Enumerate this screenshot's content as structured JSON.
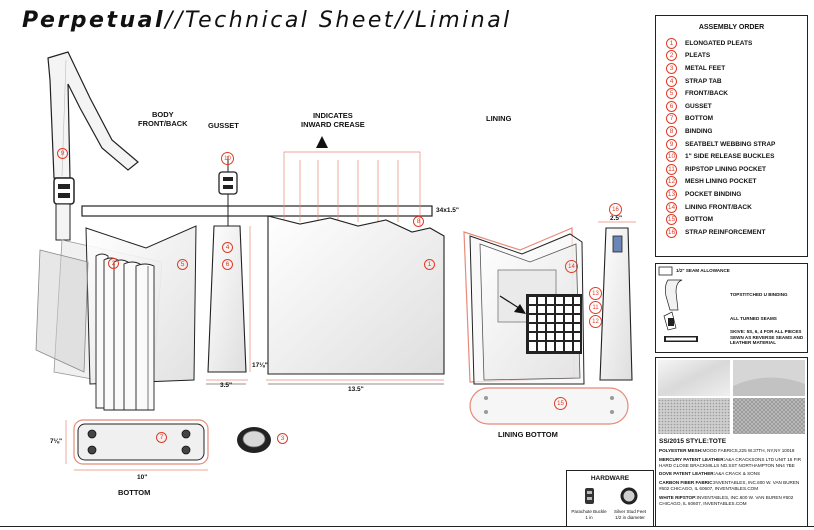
{
  "title": {
    "part1": "Perpetual",
    "part2": "//Technical Sheet//Liminal"
  },
  "labels": {
    "body": [
      "BODY",
      "FRONT/BACK"
    ],
    "gusset": "GUSSET",
    "crease": [
      "INDICATES",
      "INWARD CREASE"
    ],
    "lining": "LINING",
    "bottom": "BOTTOM",
    "lining_bottom": "LINING BOTTOM"
  },
  "dimensions": {
    "gusset_width": "3.5\"",
    "gusset_height": "17⅛\"",
    "lining_width": "13.5\"",
    "strap_tab": "34x1.5\"",
    "reinforcement_width": "2.5\"",
    "bottom_width": "10\"",
    "bottom_height": "7⅛\""
  },
  "callouts": {
    "strap": "9",
    "strap_tab": "4",
    "buckle": "10",
    "gusset": "6",
    "pleats": "2",
    "body": "5",
    "lining": "1",
    "binding": "8",
    "bottom": "7",
    "feet": "3",
    "lining_panel": "14",
    "mesh_binding": "13",
    "ripstop": "11",
    "mesh": "12",
    "reinforcement": "16",
    "lining_bottom": "15"
  },
  "assembly": {
    "title": "ASSEMBLY ORDER",
    "items": [
      {
        "num": "1",
        "label": "ELONGATED PLEATS"
      },
      {
        "num": "2",
        "label": "PLEATS"
      },
      {
        "num": "3",
        "label": "METAL FEET"
      },
      {
        "num": "4",
        "label": "STRAP TAB"
      },
      {
        "num": "5",
        "label": "FRONT/BACK"
      },
      {
        "num": "6",
        "label": "GUSSET"
      },
      {
        "num": "7",
        "label": "BOTTOM"
      },
      {
        "num": "8",
        "label": "BINDING"
      },
      {
        "num": "9",
        "label": "SEATBELT WEBBING STRAP"
      },
      {
        "num": "10",
        "label": "1\" SIDE RELEASE BUCKLES"
      },
      {
        "num": "11",
        "label": "RIPSTOP LINING POCKET"
      },
      {
        "num": "12",
        "label": "MESH LINING POCKET"
      },
      {
        "num": "13",
        "label": "POCKET BINDING"
      },
      {
        "num": "14",
        "label": "LINING FRONT/BACK"
      },
      {
        "num": "15",
        "label": "BOTTOM"
      },
      {
        "num": "16",
        "label": "STRAP REINFORCEMENT"
      }
    ]
  },
  "seams": {
    "allowance": "1/2\" SEAM ALLOWANCE",
    "topstitched": "TOPSTITCHED U BINDING",
    "turned": "ALL TURNED SEAMS",
    "note": [
      "SKIVE: 5S, 6, 4 FOR ALL PIECES",
      "SEWN AS REVERSE SEAMS AND",
      "LEATHER MATERIAL"
    ]
  },
  "style": "SS/2015 STYLE:TOTE",
  "materials": [
    {
      "name": "POLYESTER MESH:",
      "desc": "MOOD FABRICS,225 W.37TH, NY,NY 10018"
    },
    {
      "name": "MERCURY PATENT LEATHER:",
      "desc": "A&A CRACKSONS LTD UNIT 16 FIR HARD CLOSE BRACKMILLS ND.SST NORTHAMPTON NN4 7BE"
    },
    {
      "name": "DOVE PATENT LEATHER:",
      "desc": "A&A CRACK & SONS"
    },
    {
      "name": "CARBON FIBER FABRIC:",
      "desc": "INVENTABLES, INC.600 W. VAN BUREN #602 CHICAGO, IL 60607, INVENTABLES.COM"
    },
    {
      "name": "WHITE RIPSTOP:",
      "desc": "INVENTABLES, INC.600 W. VAN BUREN #602 CHICAGO, IL 60607, INVENTABLES.COM"
    }
  ],
  "hardware": {
    "title": "HARDWARE",
    "buckle": [
      "Parachute Buckle",
      "1 in"
    ],
    "feet": [
      "Silver Stud Feet",
      "1/2 in diameter"
    ]
  },
  "colors": {
    "accent": "#e03c28",
    "line": "#222222",
    "fill": "#f1f1f1",
    "lining_red": "#e88a7a"
  }
}
